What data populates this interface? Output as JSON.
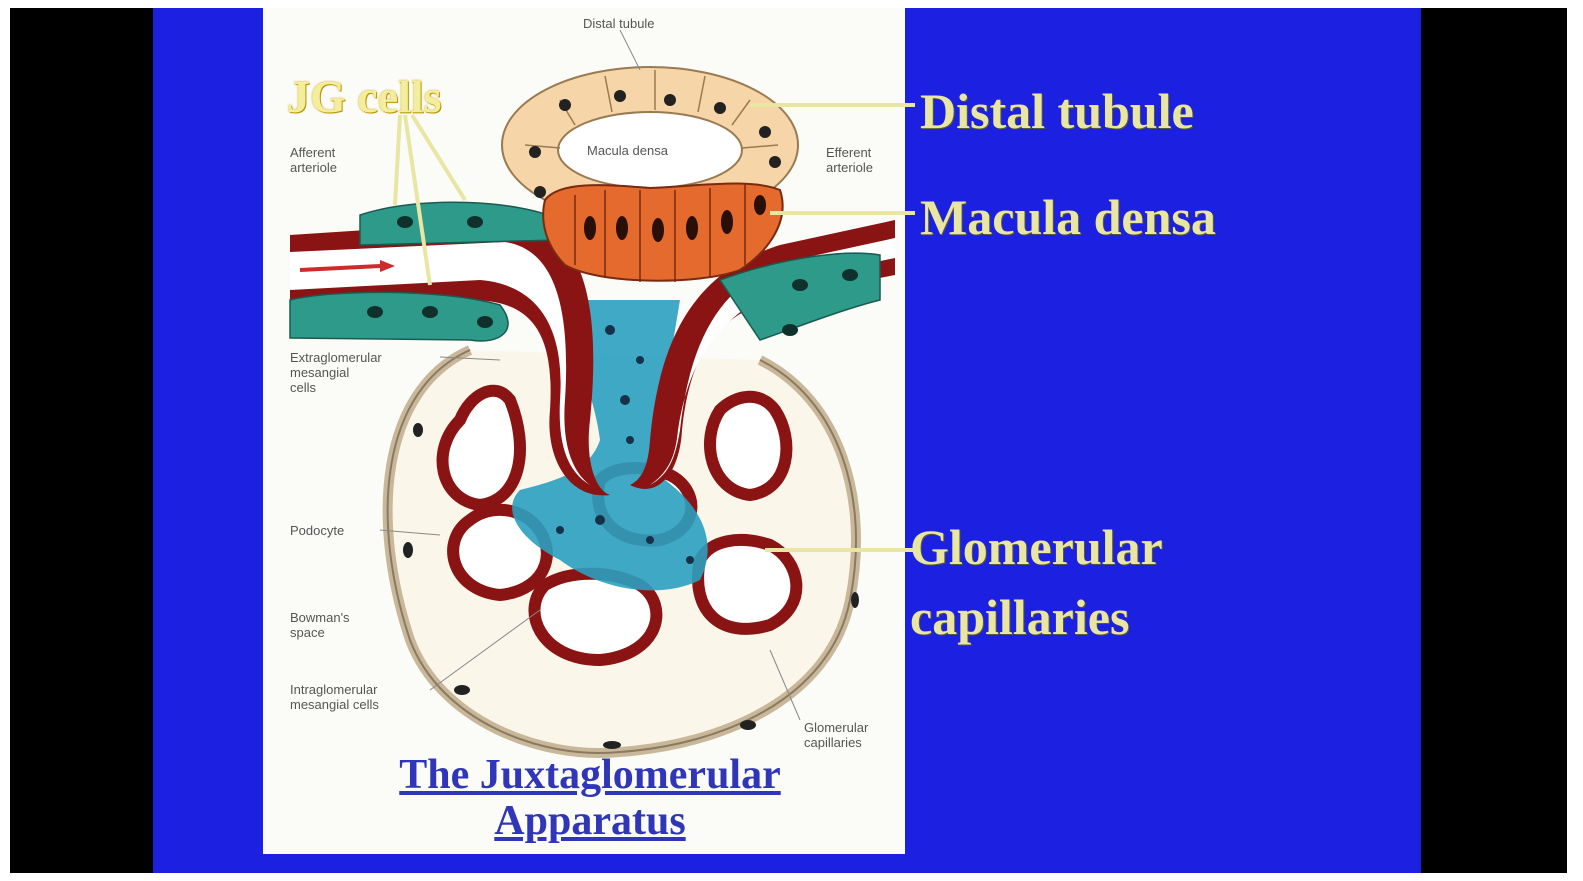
{
  "labels": {
    "jg_cells": "JG cells",
    "distal_tubule": "Distal tubule",
    "macula_densa": "Macula densa",
    "glomerular_line1": "Glomerular",
    "glomerular_line2": "capillaries"
  },
  "small_labels": {
    "distal_tubule": "Distal tubule",
    "macula_densa": "Macula densa",
    "afferent_1": "Afferent",
    "afferent_2": "arteriole",
    "efferent_1": "Efferent",
    "efferent_2": "arteriole",
    "extraglom_1": "Extraglomerular",
    "extraglom_2": "mesangial",
    "extraglom_3": "cells",
    "podocyte": "Podocyte",
    "bowman_1": "Bowman's",
    "bowman_2": "space",
    "intraglom_1": "Intraglomerular",
    "intraglom_2": "mesangial cells",
    "glomcap_1": "Glomerular",
    "glomcap_2": "capillaries"
  },
  "title": {
    "line1": "The Juxtaglomerular",
    "line2": "Apparatus"
  },
  "colors": {
    "slide_background": "#1c20e0",
    "label_text": "#e8e6a2",
    "title_text": "#3036b8",
    "tubule_cells": "#f6d6a8",
    "macula_cells": "#e46a2e",
    "jg_cells": "#2e9a8a",
    "vessel": "#8a1414",
    "mesangium": "#2aa0c0"
  }
}
